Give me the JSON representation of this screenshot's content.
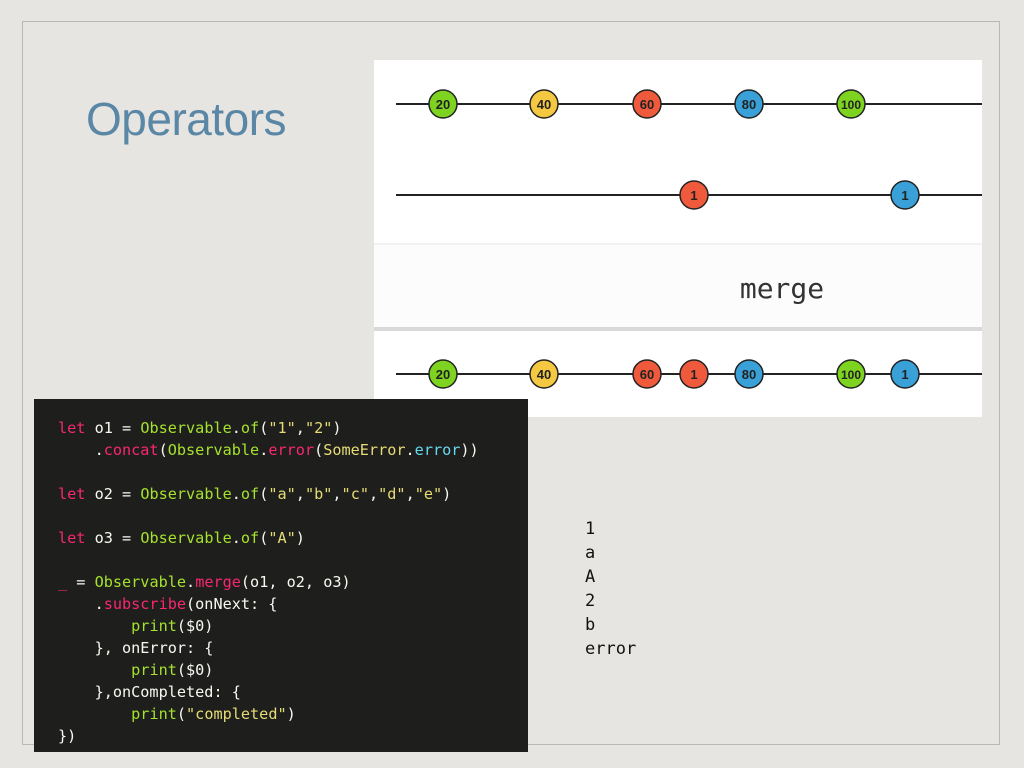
{
  "slide": {
    "title": "Operators"
  },
  "diagram": {
    "operator_label": "merge",
    "input_streams": [
      {
        "marbles": [
          {
            "label": "20",
            "color": "#7ed321"
          },
          {
            "label": "40",
            "color": "#f5c842"
          },
          {
            "label": "60",
            "color": "#f05a3c"
          },
          {
            "label": "80",
            "color": "#3aa0d8"
          },
          {
            "label": "100",
            "color": "#7ed321"
          }
        ]
      },
      {
        "marbles": [
          {
            "label": "1",
            "color": "#f05a3c"
          },
          {
            "label": "1",
            "color": "#3aa0d8"
          }
        ]
      }
    ],
    "output_stream": {
      "marbles": [
        {
          "label": "20",
          "color": "#7ed321"
        },
        {
          "label": "40",
          "color": "#f5c842"
        },
        {
          "label": "60",
          "color": "#f05a3c"
        },
        {
          "label": "1",
          "color": "#f05a3c"
        },
        {
          "label": "80",
          "color": "#3aa0d8"
        },
        {
          "label": "100",
          "color": "#7ed321"
        },
        {
          "label": "1",
          "color": "#3aa0d8"
        }
      ]
    }
  },
  "code": {
    "lines": [
      [
        {
          "t": "let",
          "c": "kw"
        },
        {
          "t": " o1 = ",
          "c": "plain"
        },
        {
          "t": "Observable",
          "c": "fn"
        },
        {
          "t": ".",
          "c": "plain"
        },
        {
          "t": "of",
          "c": "fn"
        },
        {
          "t": "(",
          "c": "plain"
        },
        {
          "t": "\"1\"",
          "c": "str"
        },
        {
          "t": ",",
          "c": "plain"
        },
        {
          "t": "\"2\"",
          "c": "str"
        },
        {
          "t": ")",
          "c": "plain"
        }
      ],
      [
        {
          "t": "    .",
          "c": "plain"
        },
        {
          "t": "concat",
          "c": "kw"
        },
        {
          "t": "(",
          "c": "plain"
        },
        {
          "t": "Observable",
          "c": "fn"
        },
        {
          "t": ".",
          "c": "plain"
        },
        {
          "t": "error",
          "c": "kw"
        },
        {
          "t": "(",
          "c": "plain"
        },
        {
          "t": "SomeError",
          "c": "str"
        },
        {
          "t": ".",
          "c": "plain"
        },
        {
          "t": "error",
          "c": "cls"
        },
        {
          "t": "))",
          "c": "plain"
        }
      ],
      [],
      [
        {
          "t": "let",
          "c": "kw"
        },
        {
          "t": " o2 = ",
          "c": "plain"
        },
        {
          "t": "Observable",
          "c": "fn"
        },
        {
          "t": ".",
          "c": "plain"
        },
        {
          "t": "of",
          "c": "fn"
        },
        {
          "t": "(",
          "c": "plain"
        },
        {
          "t": "\"a\"",
          "c": "str"
        },
        {
          "t": ",",
          "c": "plain"
        },
        {
          "t": "\"b\"",
          "c": "str"
        },
        {
          "t": ",",
          "c": "plain"
        },
        {
          "t": "\"c\"",
          "c": "str"
        },
        {
          "t": ",",
          "c": "plain"
        },
        {
          "t": "\"d\"",
          "c": "str"
        },
        {
          "t": ",",
          "c": "plain"
        },
        {
          "t": "\"e\"",
          "c": "str"
        },
        {
          "t": ")",
          "c": "plain"
        }
      ],
      [],
      [
        {
          "t": "let",
          "c": "kw"
        },
        {
          "t": " o3 = ",
          "c": "plain"
        },
        {
          "t": "Observable",
          "c": "fn"
        },
        {
          "t": ".",
          "c": "plain"
        },
        {
          "t": "of",
          "c": "fn"
        },
        {
          "t": "(",
          "c": "plain"
        },
        {
          "t": "\"A\"",
          "c": "str"
        },
        {
          "t": ")",
          "c": "plain"
        }
      ],
      [],
      [
        {
          "t": "_",
          "c": "kw"
        },
        {
          "t": " = ",
          "c": "plain"
        },
        {
          "t": "Observable",
          "c": "fn"
        },
        {
          "t": ".",
          "c": "plain"
        },
        {
          "t": "merge",
          "c": "kw"
        },
        {
          "t": "(o1, o2, o3)",
          "c": "plain"
        }
      ],
      [
        {
          "t": "    .",
          "c": "plain"
        },
        {
          "t": "subscribe",
          "c": "kw"
        },
        {
          "t": "(onNext: {",
          "c": "plain"
        }
      ],
      [
        {
          "t": "        ",
          "c": "plain"
        },
        {
          "t": "print",
          "c": "fn"
        },
        {
          "t": "($0)",
          "c": "plain"
        }
      ],
      [
        {
          "t": "    }, onError: {",
          "c": "plain"
        }
      ],
      [
        {
          "t": "        ",
          "c": "plain"
        },
        {
          "t": "print",
          "c": "fn"
        },
        {
          "t": "($0)",
          "c": "plain"
        }
      ],
      [
        {
          "t": "    },onCompleted: {",
          "c": "plain"
        }
      ],
      [
        {
          "t": "        ",
          "c": "plain"
        },
        {
          "t": "print",
          "c": "fn"
        },
        {
          "t": "(",
          "c": "plain"
        },
        {
          "t": "\"completed\"",
          "c": "str"
        },
        {
          "t": ")",
          "c": "plain"
        }
      ],
      [
        {
          "t": "})",
          "c": "plain"
        }
      ]
    ]
  },
  "output": {
    "lines": [
      "1",
      "a",
      "A",
      "2",
      "b",
      "error"
    ]
  }
}
